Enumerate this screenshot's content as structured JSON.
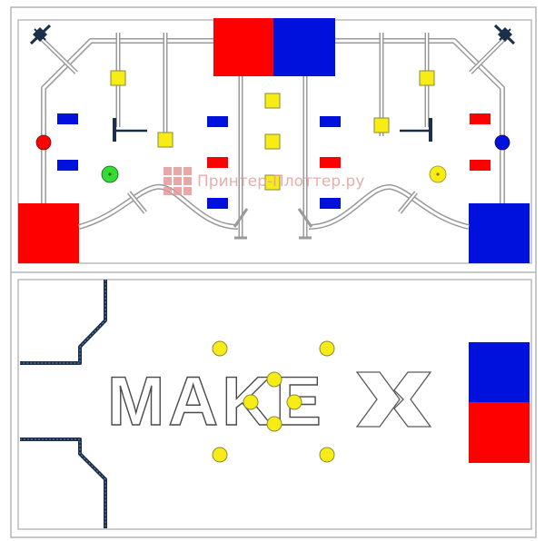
{
  "colors": {
    "red": "#ff0000",
    "blue": "#0011dd",
    "yellow": "#f7ec16",
    "green": "#33dd33",
    "line": "#9a9a9a",
    "dark": "#1c2f4a"
  },
  "watermark": {
    "text": "Принтер-Плоттер.ру"
  },
  "logo": {
    "text": "MAKE",
    "mark": "X"
  }
}
